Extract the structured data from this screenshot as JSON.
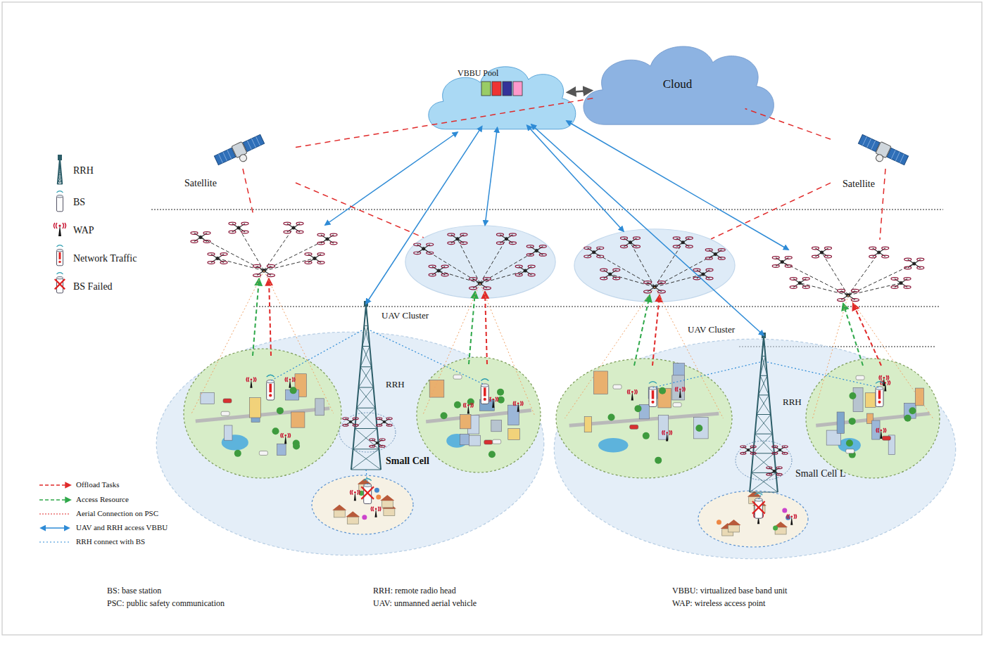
{
  "diagram": {
    "nodes": [
      {
        "text": [
          "Cloud"
        ]
      },
      {
        "text": [
          "VBBU Pool"
        ]
      },
      {
        "text": [
          "Satellite"
        ]
      },
      {
        "text": [
          "Satellite"
        ]
      },
      {
        "text": [
          "UAV Cluster"
        ]
      },
      {
        "text": [
          "UAV Cluster"
        ]
      },
      {
        "text": [
          "Small Cell"
        ]
      },
      {
        "text": [
          "RRH"
        ],
        "in": 6
      },
      {
        "text": [
          "Small Cell L"
        ]
      },
      {
        "text": [
          "RRH"
        ],
        "in": 8
      }
    ],
    "edges": [
      {
        "from": 1,
        "to": 0,
        "arrow": "both"
      },
      {
        "from": 2,
        "to": 0,
        "arrow": "none"
      },
      {
        "from": 3,
        "to": 0,
        "arrow": "none"
      },
      {
        "from": 1,
        "to": 4,
        "arrow": "both"
      },
      {
        "from": 1,
        "to": 5,
        "arrow": "both"
      },
      {
        "from": 1,
        "to": 7,
        "arrow": "both"
      },
      {
        "from": 1,
        "to": 9,
        "arrow": "both"
      },
      {
        "from": 2,
        "to": 4,
        "arrow": "none"
      },
      {
        "from": 3,
        "to": 5,
        "arrow": "none"
      }
    ],
    "labels": [
      "BS: base station",
      "PSC: public safety communication",
      "RRH: remote radio head",
      "UAV: unmanned aerial vehicle",
      "VBBU: virtualized base band unit",
      "WAP: wireless access point"
    ],
    "legend": [
      {
        "text": "RRH"
      },
      {
        "text": "BS"
      },
      {
        "text": "WAP"
      },
      {
        "text": "Network Traffic"
      },
      {
        "text": "BS Failed"
      },
      {
        "text": "Offload Tasks"
      },
      {
        "text": "Access Resource"
      },
      {
        "text": "Aerial Connection on PSC"
      },
      {
        "text": "UAV and RRH access VBBU"
      },
      {
        "text": "RRH connect with BS"
      }
    ]
  }
}
